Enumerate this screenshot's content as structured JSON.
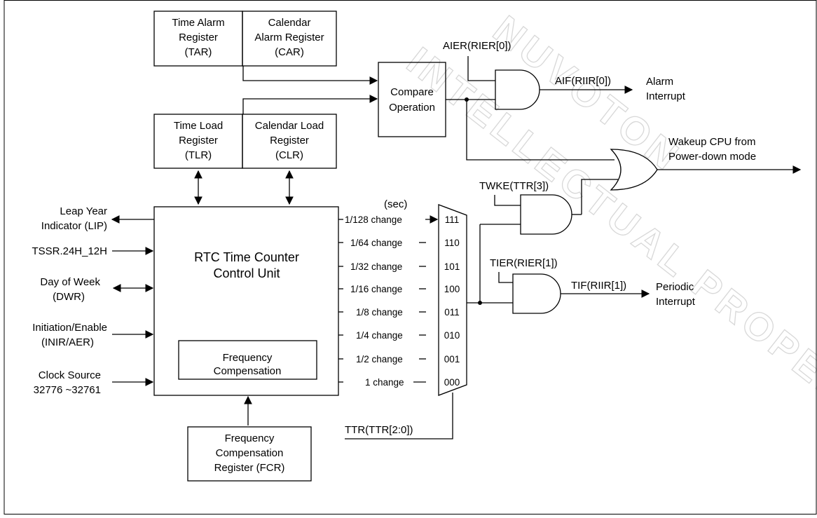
{
  "watermark": {
    "line1": "NUVOTON",
    "line2": "INTELLECTUAL PROPERTY"
  },
  "blocks": {
    "tar": [
      "Time Alarm",
      "Register",
      "(TAR)"
    ],
    "car": [
      "Calendar",
      "Alarm Register",
      "(CAR)"
    ],
    "tlr": [
      "Time Load",
      "Register",
      "(TLR)"
    ],
    "clr": [
      "Calendar Load",
      "Register",
      "(CLR)"
    ],
    "compare": [
      "Compare",
      "Operation"
    ],
    "rtc": [
      "RTC Time Counter",
      "Control Unit"
    ],
    "freq_comp": [
      "Frequency",
      "Compensation"
    ],
    "fcr": [
      "Frequency",
      "Compensation",
      "Register (FCR)"
    ]
  },
  "left_io": {
    "lip": [
      "Leap Year",
      "Indicator (LIP)"
    ],
    "tssr": [
      "TSSR.24H_12H"
    ],
    "dwr": [
      "Day of Week",
      "(DWR)"
    ],
    "inir": [
      "Initiation/Enable",
      "(INIR/AER)"
    ],
    "clock": [
      "Clock Source",
      "32776 ~32761"
    ]
  },
  "mux": {
    "unit_label": "(sec)",
    "rates": [
      "1/128 change",
      "1/64 change",
      "1/32 change",
      "1/16 change",
      "1/8 change",
      "1/4 change",
      "1/2 change",
      "1 change"
    ],
    "codes": [
      "111",
      "110",
      "101",
      "100",
      "011",
      "010",
      "001",
      "000"
    ],
    "select_label": "TTR(TTR[2:0])"
  },
  "signals": {
    "aier": "AIER(RIER[0])",
    "aif": "AIF(RIIR[0])",
    "alarm_interrupt": [
      "Alarm",
      "Interrupt"
    ],
    "wakeup": [
      "Wakeup CPU from",
      "Power-down mode"
    ],
    "twke": "TWKE(TTR[3])",
    "tier": "TIER(RIER[1])",
    "tif": "TIF(RIIR[1])",
    "periodic_interrupt": [
      "Periodic",
      "Interrupt"
    ]
  }
}
